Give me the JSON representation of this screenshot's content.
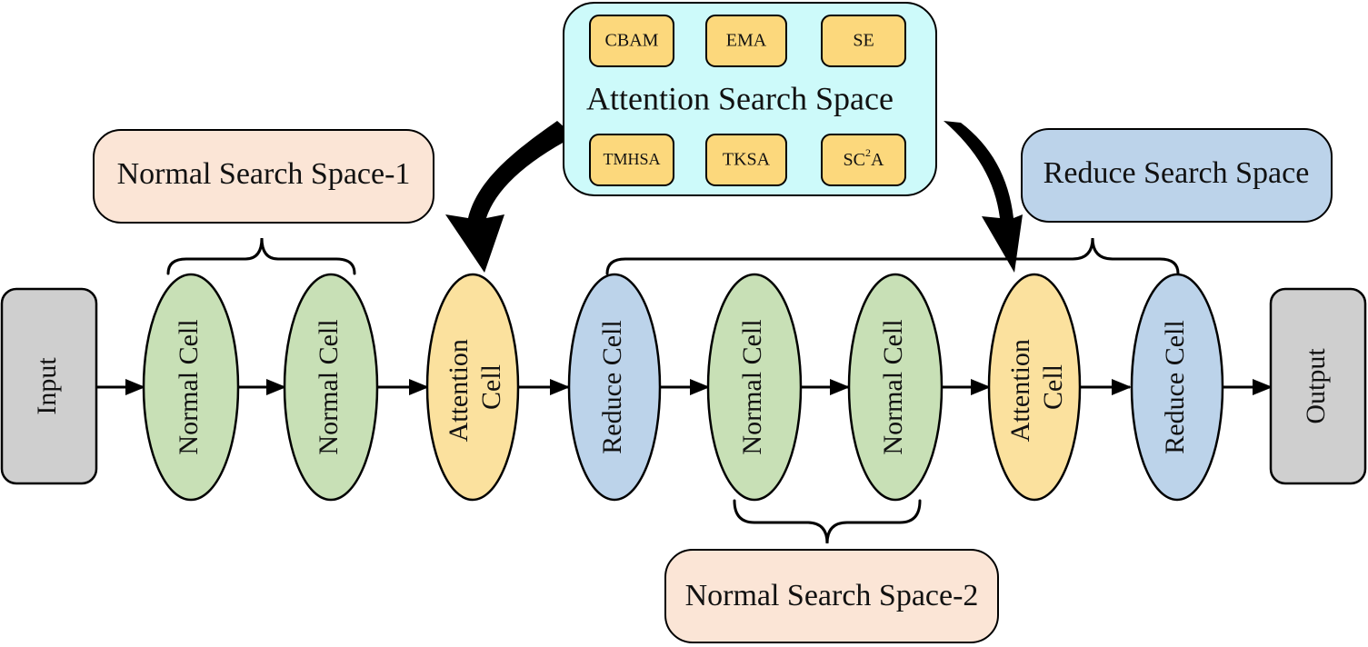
{
  "colors": {
    "terminal_fill": "#cfcfcf",
    "normal_fill": "#c8e0b6",
    "attention_fill": "#fbe19e",
    "reduce_fill": "#bcd3ea",
    "peach_fill": "#fbe5d6",
    "cyan_fill": "#cdfafa",
    "blue_box_fill": "#bcd3ea",
    "op_fill": "#fcd87c",
    "stroke": "#000000"
  },
  "nodes": {
    "input": "Input",
    "normal_cell_1": "Normal Cell",
    "normal_cell_2": "Normal Cell",
    "attention_cell_1": {
      "line1": "Attention",
      "line2": "Cell"
    },
    "reduce_cell_1": "Reduce Cell",
    "normal_cell_3": "Normal Cell",
    "normal_cell_4": "Normal Cell",
    "attention_cell_2": {
      "line1": "Attention",
      "line2": "Cell"
    },
    "reduce_cell_2": "Reduce Cell",
    "output": "Output"
  },
  "search_spaces": {
    "normal_1": "Normal Search Space-1",
    "normal_2": "Normal Search Space-2",
    "reduce": "Reduce Search Space",
    "attention": {
      "title": "Attention Search Space",
      "ops": {
        "cbam": "CBAM",
        "ema": "EMA",
        "se": "SE",
        "tmhsa": "TMHSA",
        "tksa": "TKSA",
        "sc2a": {
          "base": "SC",
          "sup": "2",
          "tail": "A"
        }
      }
    }
  }
}
